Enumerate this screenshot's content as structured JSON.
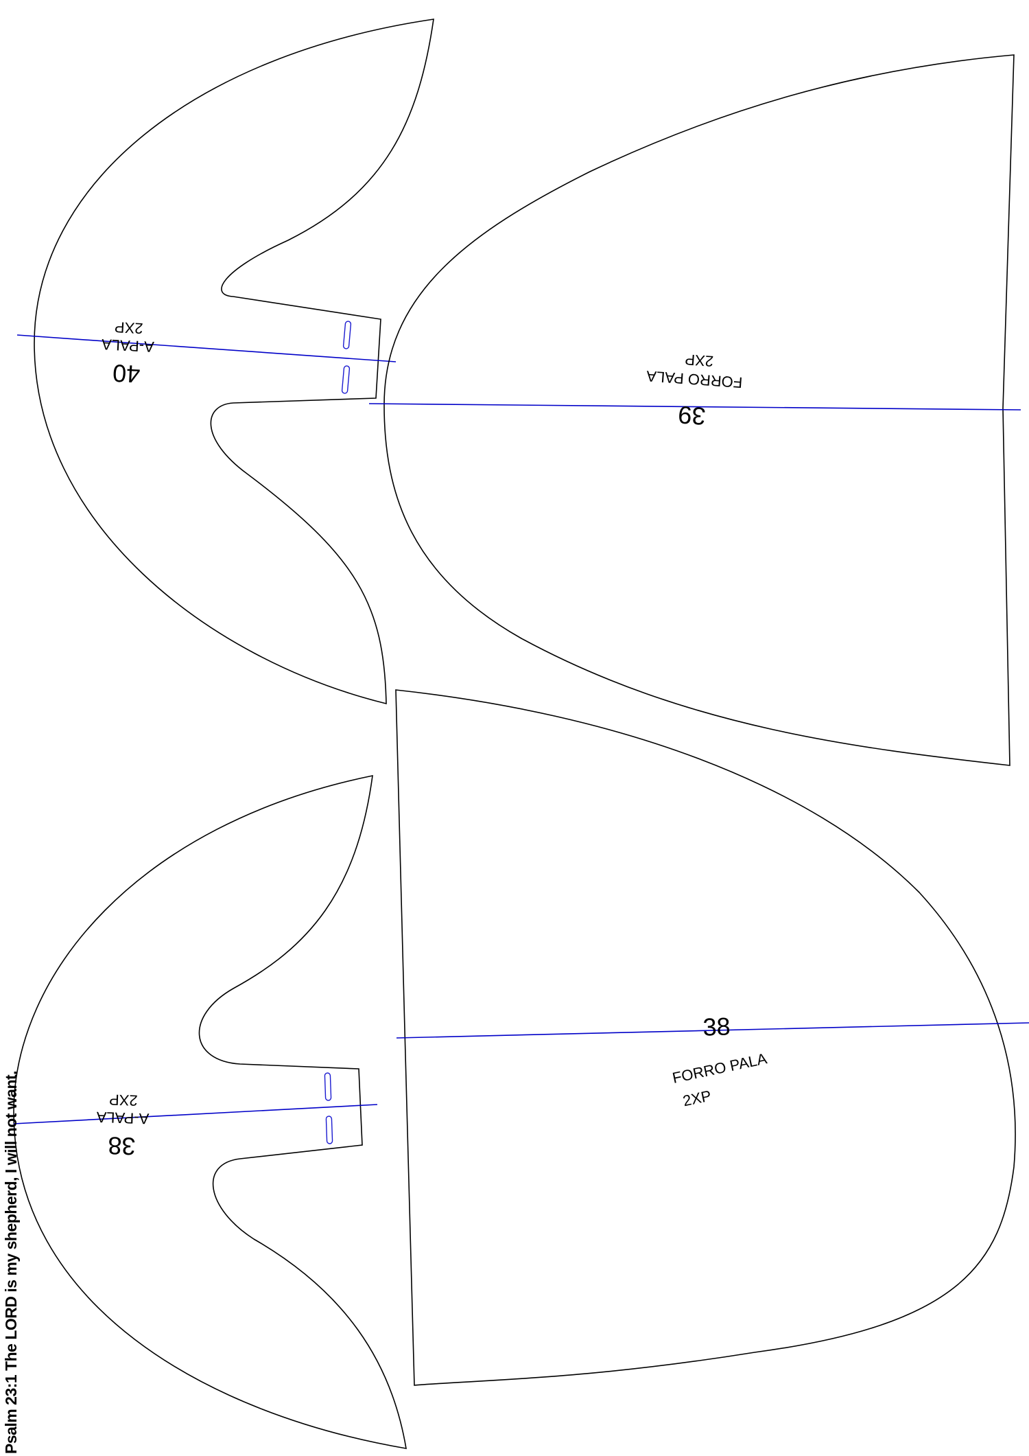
{
  "verse": "Psalm 23:1 The LORD is my shepherd, I will not want.",
  "pieces": {
    "apala_40": {
      "size": "40",
      "name": "A-PALA",
      "qty": "2XP"
    },
    "forro_39": {
      "size": "39",
      "name": "FORRO PALA",
      "qty": "2XP"
    },
    "apala_38": {
      "size": "38",
      "name": "A-PALA",
      "qty": "2XP"
    },
    "forro_38": {
      "size": "38",
      "name": "FORRO PALA",
      "qty": "2XP"
    }
  },
  "colors": {
    "outline": "#000000",
    "guide_line": "#0000c8"
  }
}
